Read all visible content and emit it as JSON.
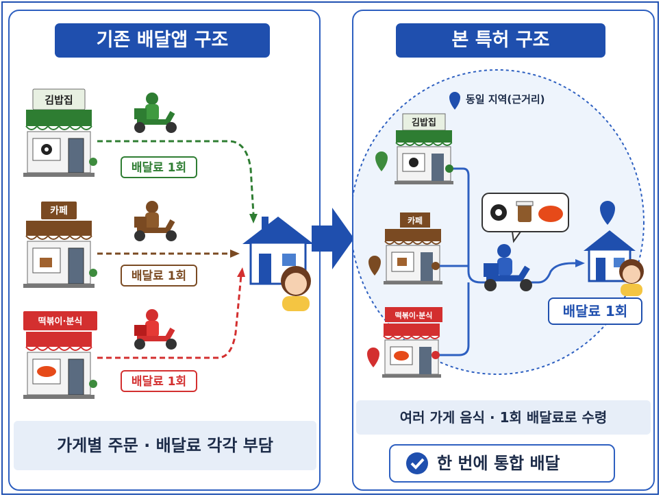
{
  "left": {
    "title": "기존 배달앱 구조",
    "stores": [
      "김밥집",
      "카페",
      "떡볶이·분식"
    ],
    "fee_labels": [
      "배달료 1회",
      "배달료 1회",
      "배달료 1회"
    ],
    "summary": "가게별 주문 · 배달료 각각 부담"
  },
  "right": {
    "title": "본 특허 구조",
    "region": "동일 지역(근거리)",
    "stores": [
      "김밥집",
      "카페",
      "떡볶이·분식"
    ],
    "fee_label": "배달료 1회",
    "summary": "여러 가게 음식 · 1회 배달료로 수령",
    "badge": "한 번에 통합 배달"
  },
  "colors": {
    "blue": "#1f4fae",
    "green": "#2e7d32",
    "brown": "#7a4a22",
    "red": "#d32f2f"
  }
}
